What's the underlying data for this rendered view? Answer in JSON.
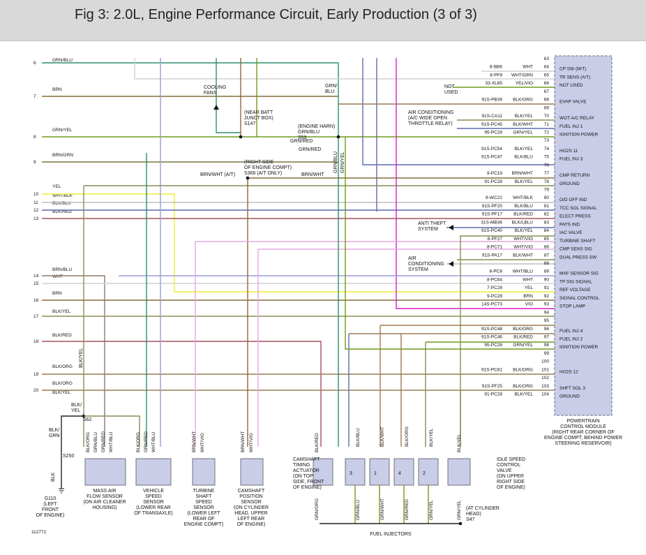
{
  "title": "Fig 3: 2.0L, Engine Performance Circuit, Early Production (3 of 3)",
  "figure_number": "112772",
  "colors": {
    "grn_blu": "#2f8f6b",
    "brn": "#8a6a3c",
    "grn_yel": "#6f9a1f",
    "brn_grn": "#7b7440",
    "yel": "#f2ea33",
    "wht_blk": "#bdbdbd",
    "blk_blu": "#5c6bb0",
    "blk_red": "#a5505a",
    "brn_blu": "#8c7a6c",
    "wht": "#d0d0d0",
    "blk_yel": "#8b8b55",
    "blk_org": "#9a7a55",
    "wht_vio": "#e3a8e0",
    "vio": "#9b9bdc",
    "magenta": "#d21ed2",
    "blk": "#222222",
    "pcm_fill": "#c9cde8"
  },
  "left_rows": [
    {
      "num": "6",
      "label": "GRN/BLU"
    },
    {
      "num": "7",
      "label": "BRN"
    },
    {
      "num": "8",
      "label": "GRN/YEL"
    },
    {
      "num": "9",
      "label": "BRN/GRN"
    },
    {
      "num": "10",
      "label": "YEL"
    },
    {
      "num": "11",
      "label": "WHT/BLK"
    },
    {
      "num": "12",
      "label": "BLK/BLU"
    },
    {
      "num": "13",
      "label": "BLK/RED"
    },
    {
      "num": "14",
      "label": "BRN/BLU"
    },
    {
      "num": "14b",
      "label": "WHT"
    },
    {
      "num": "15",
      "label": "BRN"
    },
    {
      "num": "16",
      "label": "BLK/YEL"
    },
    {
      "num": "17",
      "label": "BLK/RED"
    },
    {
      "num": "18",
      "label": "BLK/ORG"
    },
    {
      "num": "19",
      "label": "BLK/ORG"
    },
    {
      "num": "20",
      "label": "BLK/YEL"
    }
  ],
  "pcm_pins": [
    {
      "pin": "63",
      "circuit": "",
      "color": "",
      "func": ""
    },
    {
      "pin": "64",
      "circuit": "8-BB6",
      "color": "WHT",
      "func": "CP SW (M/T)"
    },
    {
      "pin": "65",
      "circuit": "8-PF9",
      "color": "WHT/GRN",
      "func": "TR SENS (A/T)"
    },
    {
      "pin": "66",
      "circuit": "33-XL65",
      "color": "YEL/VIO",
      "func": "NOT USED"
    },
    {
      "pin": "67",
      "circuit": "",
      "color": "",
      "func": ""
    },
    {
      "pin": "68",
      "circuit": "91S-PB39",
      "color": "BLK/ORG",
      "func": "EVAP VALVE"
    },
    {
      "pin": "69",
      "circuit": "",
      "color": "",
      "func": ""
    },
    {
      "pin": "70",
      "circuit": "91S-CA11",
      "color": "BLK/YEL",
      "func": "WOT A/C RELAY"
    },
    {
      "pin": "71",
      "circuit": "91S-PC45",
      "color": "BLK/WHT",
      "func": "FUEL INJ 1"
    },
    {
      "pin": "72",
      "circuit": "95-PC28",
      "color": "GRN/YEL",
      "func": "IGNITION POWER"
    },
    {
      "pin": "73",
      "circuit": "",
      "color": "",
      "func": ""
    },
    {
      "pin": "74",
      "circuit": "91S-PC54",
      "color": "BLK/YEL",
      "func": "HO2S 11"
    },
    {
      "pin": "75",
      "circuit": "91S-PC47",
      "color": "BLK/BLU",
      "func": "FUEL INJ 3"
    },
    {
      "pin": "76",
      "circuit": "",
      "color": "",
      "func": ""
    },
    {
      "pin": "77",
      "circuit": "9-PC19",
      "color": "BRN/WHT",
      "func": "CMP RETURN"
    },
    {
      "pin": "78",
      "circuit": "91-PC28",
      "color": "BLK/YEL",
      "func": "GROUND"
    },
    {
      "pin": "79",
      "circuit": "",
      "color": "",
      "func": ""
    },
    {
      "pin": "80",
      "circuit": "8-WC22",
      "color": "WHT/BLK",
      "func": "O/D OFF IND"
    },
    {
      "pin": "81",
      "circuit": "91S-PF20",
      "color": "BLK/BLU",
      "func": "TCC SOL SIGNAL"
    },
    {
      "pin": "82",
      "circuit": "91S-PF17",
      "color": "BLK/RED",
      "func": "ELECT PRESS"
    },
    {
      "pin": "83",
      "circuit": "31S-MB36",
      "color": "BLK/LBLU",
      "func": "PATS IND"
    },
    {
      "pin": "84",
      "circuit": "91S-PC40",
      "color": "BLK/YEL",
      "func": "IAC VALVE"
    },
    {
      "pin": "85",
      "circuit": "8-PF27",
      "color": "WHT/VIO",
      "func": "TURBINE SHAFT"
    },
    {
      "pin": "86",
      "circuit": "8-PC71",
      "color": "WHT/VIO",
      "func": "CMP SENS SIG"
    },
    {
      "pin": "87",
      "circuit": "91S-PA17",
      "color": "BLK/WHT",
      "func": "DUAL PRESS SW"
    },
    {
      "pin": "88",
      "circuit": "",
      "color": "",
      "func": ""
    },
    {
      "pin": "89",
      "circuit": "8-PC8",
      "color": "WHT/BLU",
      "func": "MAF SENSOR SIG"
    },
    {
      "pin": "90",
      "circuit": "8-PC64",
      "color": "WHT",
      "func": "TP SIG SIGNAL"
    },
    {
      "pin": "91",
      "circuit": "7-PC28",
      "color": "YEL",
      "func": "REF VOLTAGE"
    },
    {
      "pin": "92",
      "circuit": "9-PC28",
      "color": "BRN",
      "func": "SIGNAL CONTROL"
    },
    {
      "pin": "93",
      "circuit": "14S-PC73",
      "color": "VIO",
      "func": "STOP LAMP"
    },
    {
      "pin": "94",
      "circuit": "",
      "color": "",
      "func": ""
    },
    {
      "pin": "95",
      "circuit": "",
      "color": "",
      "func": ""
    },
    {
      "pin": "96",
      "circuit": "91S-PC48",
      "color": "BLK/ORG",
      "func": "FUEL INJ 4"
    },
    {
      "pin": "97",
      "circuit": "91S-PC46",
      "color": "BLK/RED",
      "func": "FUEL INJ 2"
    },
    {
      "pin": "98",
      "circuit": "95-PC28",
      "color": "GRN/YEL",
      "func": "IGNITION POWER"
    },
    {
      "pin": "99",
      "circuit": "",
      "color": "",
      "func": ""
    },
    {
      "pin": "100",
      "circuit": "",
      "color": "",
      "func": ""
    },
    {
      "pin": "101",
      "circuit": "91S-PC81",
      "color": "BLK/ORG",
      "func": "HO2S 12"
    },
    {
      "pin": "102",
      "circuit": "",
      "color": "",
      "func": ""
    },
    {
      "pin": "103",
      "circuit": "91S-PF25",
      "color": "BLK/ORG",
      "func": "SHFT SOL 3"
    },
    {
      "pin": "104",
      "circuit": "91-PC28",
      "color": "BLK/YEL",
      "func": "GROUND"
    }
  ],
  "pcm_caption": [
    "POWERTRAIN",
    "CONTROL MODULE",
    "(RIGHT REAR CORNER OF",
    "ENGINE COMPT, BEHIND POWER",
    "STEERING RESERVOIR)"
  ],
  "mid_labels": {
    "cooling_fans": [
      "COOLING",
      "FANS"
    ],
    "s147": [
      "(NEAR BATT",
      "JUNCT BOX)",
      "S147"
    ],
    "engine_harn": [
      "(ENGINE HARN)",
      "GRN/BLU",
      "S59"
    ],
    "grn_blu_v": [
      "GRN/",
      "BLU"
    ],
    "grn_red_a": "GRN/RED",
    "grn_red_b": "GRN/RED",
    "s366": [
      "(RIGHT SIDE",
      "OF ENGINE COMPT)",
      "S366  (A/T ONLY)"
    ],
    "brn_wht_at": "BRN/WHT  (A/T)",
    "brn_wht": "BRN/WHT",
    "not_used": [
      "NOT",
      "USED"
    ],
    "air_cond_relay": [
      "AIR CONDITIONING",
      "(A/C WIDE OPEN",
      "THROTTLE RELAY)"
    ],
    "anti_theft": [
      "ANTI THEFT",
      "SYSTEM"
    ],
    "air_cond_sys": [
      "AIR",
      "CONDITIONING",
      "SYSTEM"
    ],
    "grn_blu_vert": "GRN/BLU",
    "grn_yel_vert": "GRN/YEL"
  },
  "components": [
    {
      "id": "mass-air-flow-sensor",
      "name": [
        "MASS AIR",
        "FLOW SENSOR",
        "(ON AIR CLEANER",
        "HOUSING)"
      ],
      "wires": [
        "BLK/ORG",
        "GRN/BLU",
        "GRN/RED",
        "WHT/BLU"
      ]
    },
    {
      "id": "vehicle-speed-sensor",
      "name": [
        "VEHICLE",
        "SPEED",
        "SENSOR",
        "(LOWER REAR",
        "OF TRANSAXLE)"
      ],
      "wires": [
        "BLK/ORG",
        "GRN/RED",
        "WHT/BLU"
      ]
    },
    {
      "id": "turbine-shaft-speed-sensor",
      "name": [
        "TURBINE",
        "SHAFT",
        "SPEED",
        "SENSOR",
        "(LOWER LEFT",
        "REAR OF",
        "ENGINE COMPT)"
      ],
      "wires": [
        "BRN/WHT",
        "WHT/VIO"
      ]
    },
    {
      "id": "camshaft-position-sensor",
      "name": [
        "CAMSHAFT",
        "POSITION",
        "SENSOR",
        "(ON CYLINDER",
        "HEAD, UPPER",
        "LEFT REAR",
        "OF ENGINE)"
      ],
      "wires": [
        "BRN/WHT",
        "WHT/VIO"
      ]
    },
    {
      "id": "camshaft-timing-actuator",
      "name": [
        "CAMSHAFT",
        "TIMING",
        "ACTUATOR",
        "(ON TOP",
        "SIDE, FRONT",
        "OF ENGINE)"
      ],
      "wires": [
        "BLK/RED",
        "GRN/ORG"
      ]
    },
    {
      "id": "idle-speed-control-valve",
      "name": [
        "IDLE SPEED",
        "CONTROL",
        "VALVE",
        "(ON UPPER",
        "RIGHT SIDE",
        "OF ENGINE)"
      ],
      "wires": [
        "BLK/YEL",
        "GRN/YEL"
      ]
    }
  ],
  "injectors": [
    {
      "num": "3",
      "top": "BLK/BLU",
      "bottom": "GRN/BLU"
    },
    {
      "num": "1",
      "top": "BLK/WHT",
      "bottom": "GRN/WHT"
    },
    {
      "num": "4",
      "top": "BLK/ORG",
      "bottom": "GRN/RED"
    },
    {
      "num": "2",
      "top": "BLK/YEL",
      "bottom": "GRN/YEL"
    }
  ],
  "injectors_label": "FUEL INJECTORS",
  "ground": {
    "s62": "S62",
    "blk_yel": [
      "BLK/",
      "YEL"
    ],
    "blk_grn": [
      "BLK/",
      "GRN"
    ],
    "s250": "S250",
    "blk": "BLK",
    "g110": [
      "G110",
      "(LEFT",
      "FRONT",
      "OF ENGINE)"
    ],
    "blk_yel_v": "BLK/YEL"
  },
  "s47": [
    "(AT CYLINDER",
    "HEAD)",
    "S47"
  ]
}
